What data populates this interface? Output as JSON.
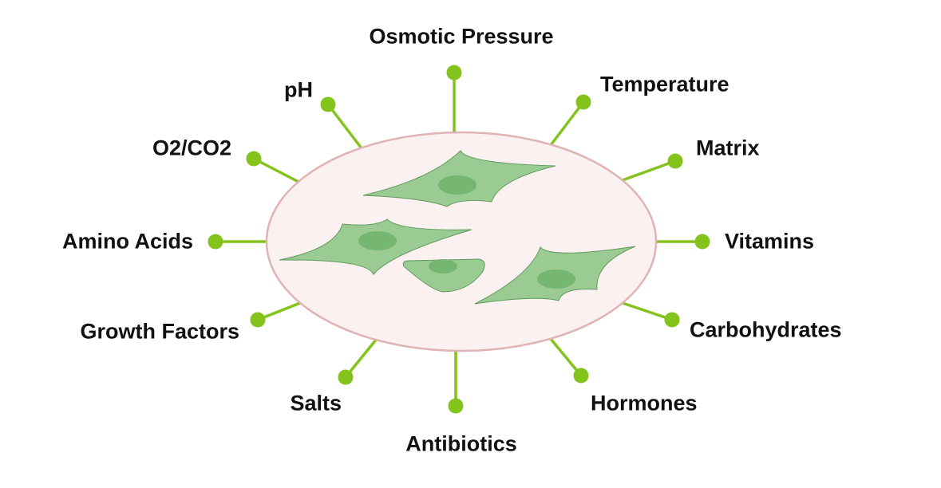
{
  "colors": {
    "spoke": "#84c21c",
    "dish_fill": "#fcf1f1",
    "dish_stroke": "#e0b3b5",
    "cell_fill": "#9acb93",
    "cell_stroke": "#5f9a5c",
    "nucleus": "#74b672"
  },
  "center_label": "",
  "factors": [
    {
      "id": "osmotic",
      "label": "Osmotic Pressure"
    },
    {
      "id": "temperature",
      "label": "Temperature"
    },
    {
      "id": "matrix",
      "label": "Matrix"
    },
    {
      "id": "vitamins",
      "label": "Vitamins"
    },
    {
      "id": "carbohydrates",
      "label": "Carbohydrates"
    },
    {
      "id": "hormones",
      "label": "Hormones"
    },
    {
      "id": "antibiotics",
      "label": "Antibiotics"
    },
    {
      "id": "salts",
      "label": "Salts"
    },
    {
      "id": "growth",
      "label": "Growth Factors"
    },
    {
      "id": "amino",
      "label": "Amino Acids"
    },
    {
      "id": "gases",
      "label": "O2/CO2",
      "parts": [
        "O",
        "2",
        "/CO",
        "2"
      ]
    },
    {
      "id": "ph",
      "label": "pH"
    }
  ]
}
